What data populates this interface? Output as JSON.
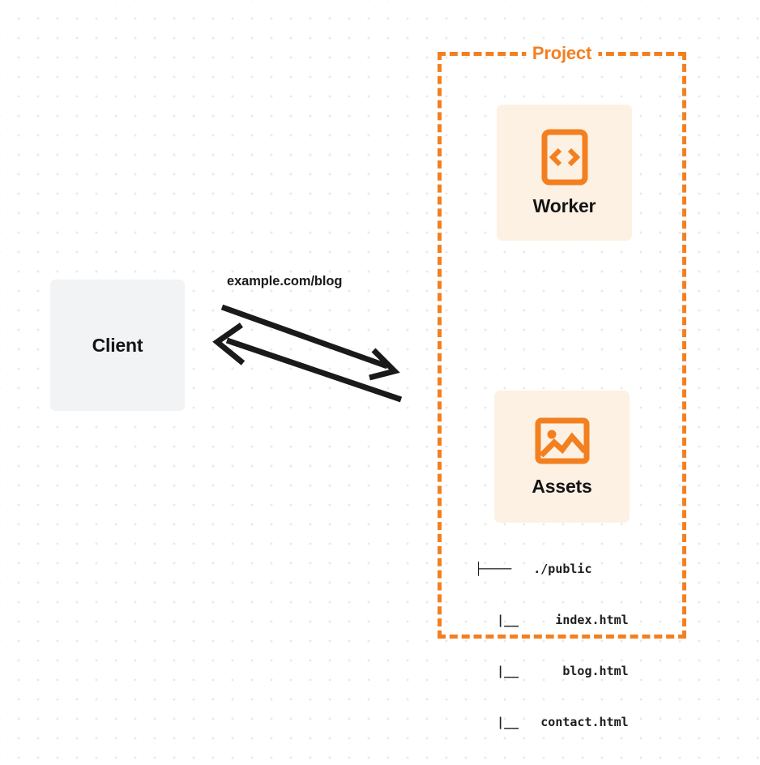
{
  "diagram": {
    "title": "Project",
    "accent_color": "#f38020",
    "card_background": "#fdf1e4",
    "client_background": "#f2f3f4",
    "text_color": "#141414",
    "background": "dot-grid"
  },
  "client": {
    "label": "Client",
    "icon": "none"
  },
  "edge": {
    "label": "example.com/blog",
    "request_direction": "client-to-project",
    "response_direction": "project-to-client",
    "stroke_color": "#1a1a1a"
  },
  "project": {
    "label": "Project",
    "nodes": [
      {
        "id": "worker",
        "label": "Worker",
        "icon": "code-brackets-icon"
      },
      {
        "id": "assets",
        "label": "Assets",
        "icon": "image-picture-icon"
      }
    ]
  },
  "file_tree": {
    "rows": [
      {
        "prefix": "├────",
        "name": "./public"
      },
      {
        "prefix": "   |__",
        "name": "   index.html"
      },
      {
        "prefix": "   |__",
        "name": "    blog.html"
      },
      {
        "prefix": "   |__",
        "name": " contact.html"
      }
    ],
    "lines": [
      "├────   ./public",
      "   |__     index.html",
      "   |__      blog.html",
      "   |__   contact.html"
    ]
  }
}
